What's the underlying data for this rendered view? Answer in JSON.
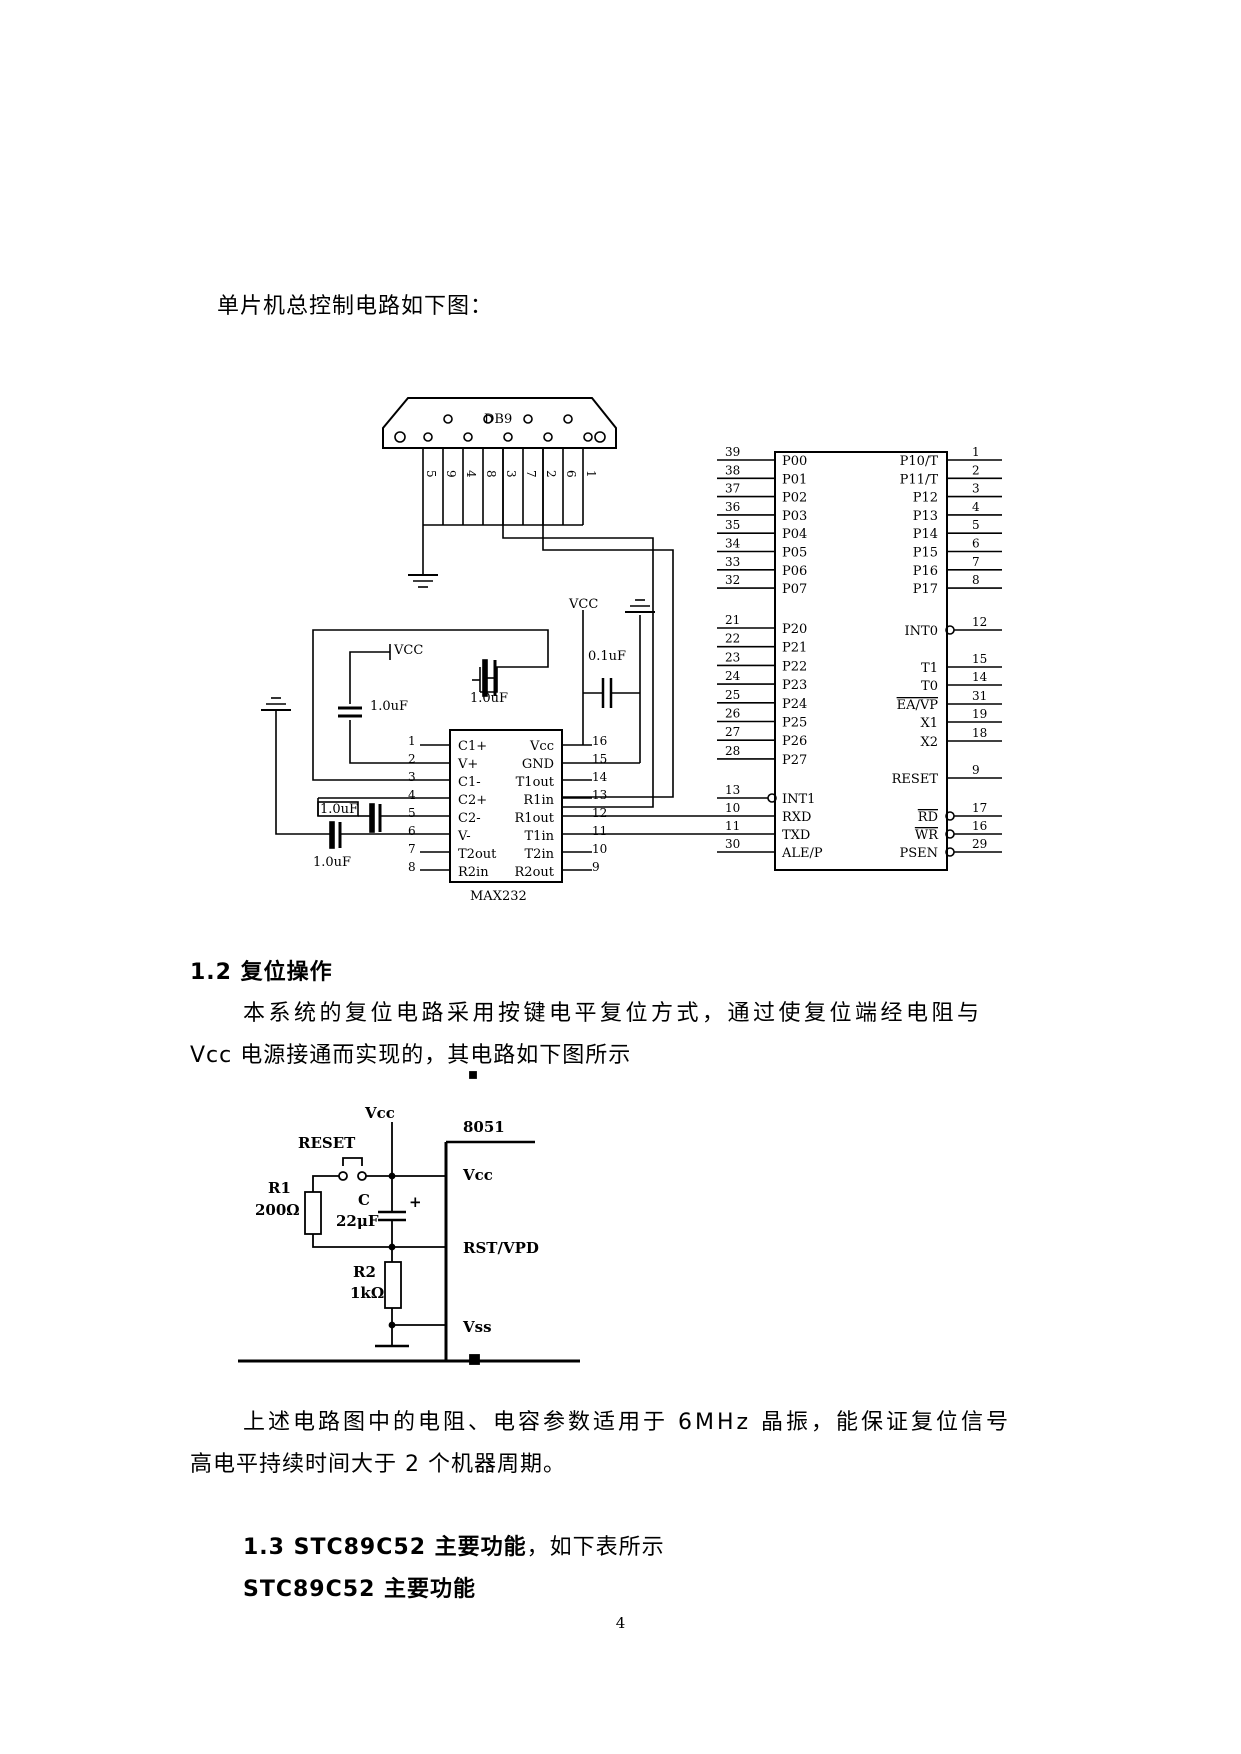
{
  "intro": "单片机总控制电路如下图：",
  "circuit1": {
    "connector": "DB9",
    "connector_pins": [
      "5",
      "9",
      "4",
      "8",
      "3",
      "7",
      "2",
      "6",
      "1"
    ],
    "ic": "MAX232",
    "ic_left": [
      [
        "1",
        "C1+"
      ],
      [
        "2",
        "V+"
      ],
      [
        "3",
        "C1-"
      ],
      [
        "4",
        "C2+"
      ],
      [
        "5",
        "C2-"
      ],
      [
        "6",
        "V-"
      ],
      [
        "7",
        "T2out"
      ],
      [
        "8",
        "R2in"
      ]
    ],
    "ic_right": [
      [
        "16",
        "Vcc"
      ],
      [
        "15",
        "GND"
      ],
      [
        "14",
        "T1out"
      ],
      [
        "13",
        "R1in"
      ],
      [
        "12",
        "R1out"
      ],
      [
        "11",
        "T1in"
      ],
      [
        "10",
        "T2in"
      ],
      [
        "9",
        "R2out"
      ]
    ],
    "vcc": "VCC",
    "cap_small": "0.1uF",
    "cap_large": "1.0uF",
    "mcu_left": [
      [
        "39",
        "P00"
      ],
      [
        "38",
        "P01"
      ],
      [
        "37",
        "P02"
      ],
      [
        "36",
        "P03"
      ],
      [
        "35",
        "P04"
      ],
      [
        "34",
        "P05"
      ],
      [
        "33",
        "P06"
      ],
      [
        "32",
        "P07"
      ],
      [
        "21",
        "P20"
      ],
      [
        "22",
        "P21"
      ],
      [
        "23",
        "P22"
      ],
      [
        "24",
        "P23"
      ],
      [
        "25",
        "P24"
      ],
      [
        "26",
        "P25"
      ],
      [
        "27",
        "P26"
      ],
      [
        "28",
        "P27"
      ],
      [
        "13",
        "INT1"
      ],
      [
        "10",
        "RXD"
      ],
      [
        "11",
        "TXD"
      ],
      [
        "30",
        "ALE/P"
      ]
    ],
    "mcu_right": [
      [
        "1",
        "P10/T"
      ],
      [
        "2",
        "P11/T"
      ],
      [
        "3",
        "P12"
      ],
      [
        "4",
        "P13"
      ],
      [
        "5",
        "P14"
      ],
      [
        "6",
        "P15"
      ],
      [
        "7",
        "P16"
      ],
      [
        "8",
        "P17"
      ],
      [
        "12",
        "INT0"
      ],
      [
        "15",
        "T1"
      ],
      [
        "14",
        "T0"
      ],
      [
        "31",
        "EA/VP"
      ],
      [
        "19",
        "X1"
      ],
      [
        "18",
        "X2"
      ],
      [
        "9",
        "RESET"
      ],
      [
        "17",
        "RD"
      ],
      [
        "16",
        "WR"
      ],
      [
        "29",
        "PSEN"
      ]
    ]
  },
  "section_1_2": {
    "heading": "1.2 复位操作",
    "para_line1": "本系统的复位电路采用按键电平复位方式，通过使复位端经电阻与",
    "para_line2": "Vcc 电源接通而实现的，其电路如下图所示"
  },
  "circuit2": {
    "vcc": "Vcc",
    "chip": "8051",
    "reset": "RESET",
    "r1": "R1",
    "r1_val": "200Ω",
    "c": "C",
    "c_val": "22μF",
    "r2": "R2",
    "r2_val": "1kΩ",
    "pin_vcc": "Vcc",
    "pin_rst": "RST/VPD",
    "pin_vss": "Vss"
  },
  "para_after_line1": "上述电路图中的电阻、电容参数适用于 6MHz 晶振，能保证复位信号",
  "para_after_line2": "高电平持续时间大于 2 个机器周期。",
  "section_1_3": {
    "heading_bold": "1.3 STC89C52 主要功能",
    "heading_rest": "，如下表所示",
    "table_title": "STC89C52 主要功能"
  },
  "page_number": "4"
}
